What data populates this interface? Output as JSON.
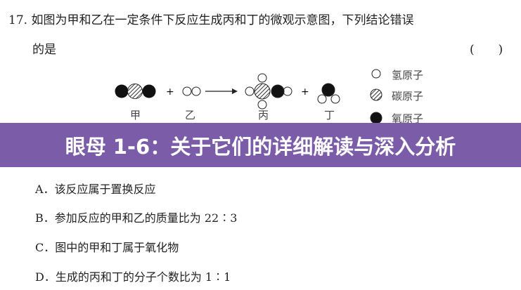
{
  "question": {
    "number": "17.",
    "text_line1": "如图为甲和乙在一定条件下反应生成丙和丁的微观示意图，下列结论错误",
    "text_line2": "的是",
    "answer_paren": "(　　)"
  },
  "diagram": {
    "labels": [
      "甲",
      "乙",
      "丙",
      "丁"
    ],
    "legend": [
      "氢原子",
      "碳原子",
      "氧原子"
    ],
    "plus": "+"
  },
  "banner": {
    "title": "眼母 1-6：关于它们的详细解读与深入分析",
    "color": "#7b5ca8"
  },
  "options": [
    "A．该反应属于置换反应",
    "B．参加反应的甲和乙的质量比为 22∶3",
    "C．图中的甲和丁属于氧化物",
    "D．生成的丙和丁的分子个数比为 1∶1"
  ]
}
